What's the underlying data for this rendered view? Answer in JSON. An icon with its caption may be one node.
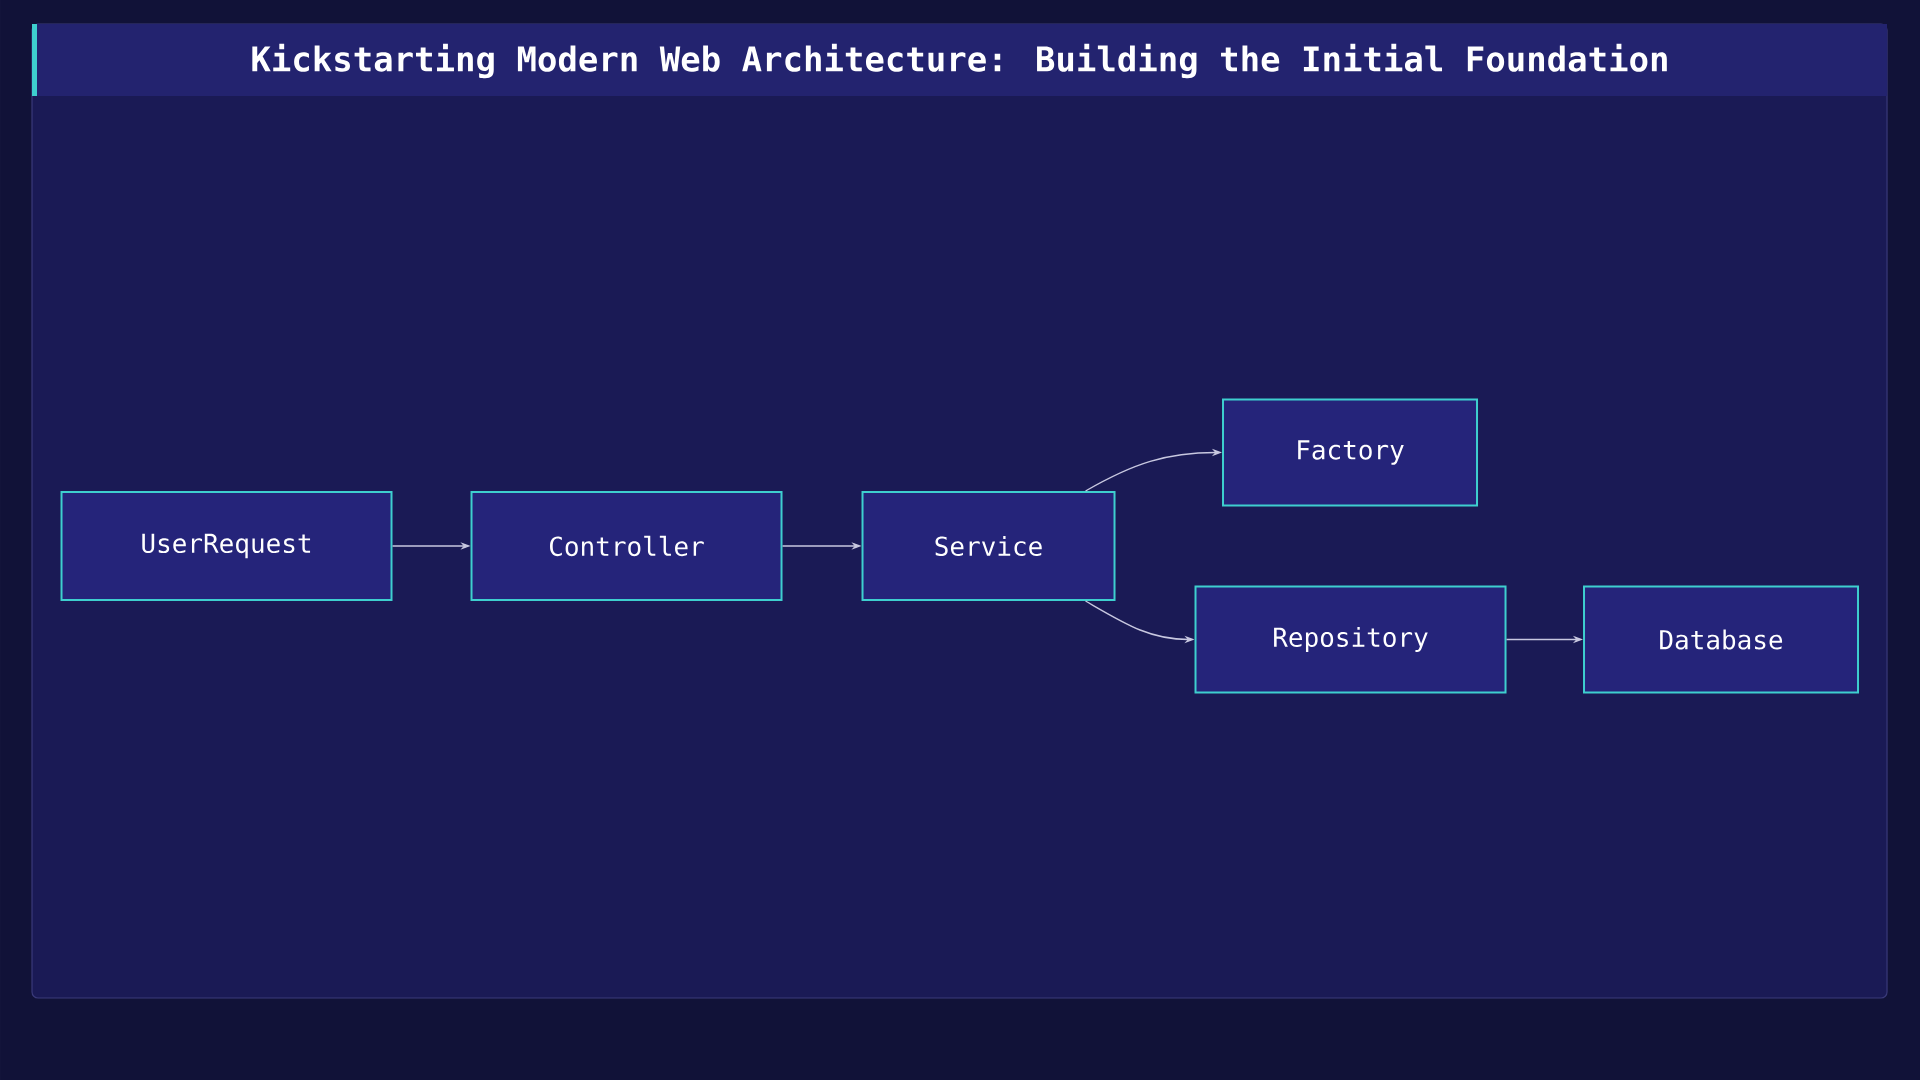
{
  "diagram": {
    "title": "Kickstarting Modern Web Architecture: Building the Initial Foundation",
    "nodes": [
      {
        "text": [
          "UserRequest"
        ]
      },
      {
        "text": [
          "Controller"
        ]
      },
      {
        "text": [
          "Service"
        ]
      },
      {
        "text": [
          "Factory"
        ]
      },
      {
        "text": [
          "Repository"
        ]
      },
      {
        "text": [
          "Database"
        ]
      }
    ],
    "edges": [
      {
        "from": 0,
        "to": 1,
        "arrow": "to"
      },
      {
        "from": 1,
        "to": 2,
        "arrow": "to"
      },
      {
        "from": 2,
        "to": 3,
        "arrow": "to"
      },
      {
        "from": 2,
        "to": 4,
        "arrow": "to"
      },
      {
        "from": 4,
        "to": 5,
        "arrow": "to"
      }
    ]
  }
}
